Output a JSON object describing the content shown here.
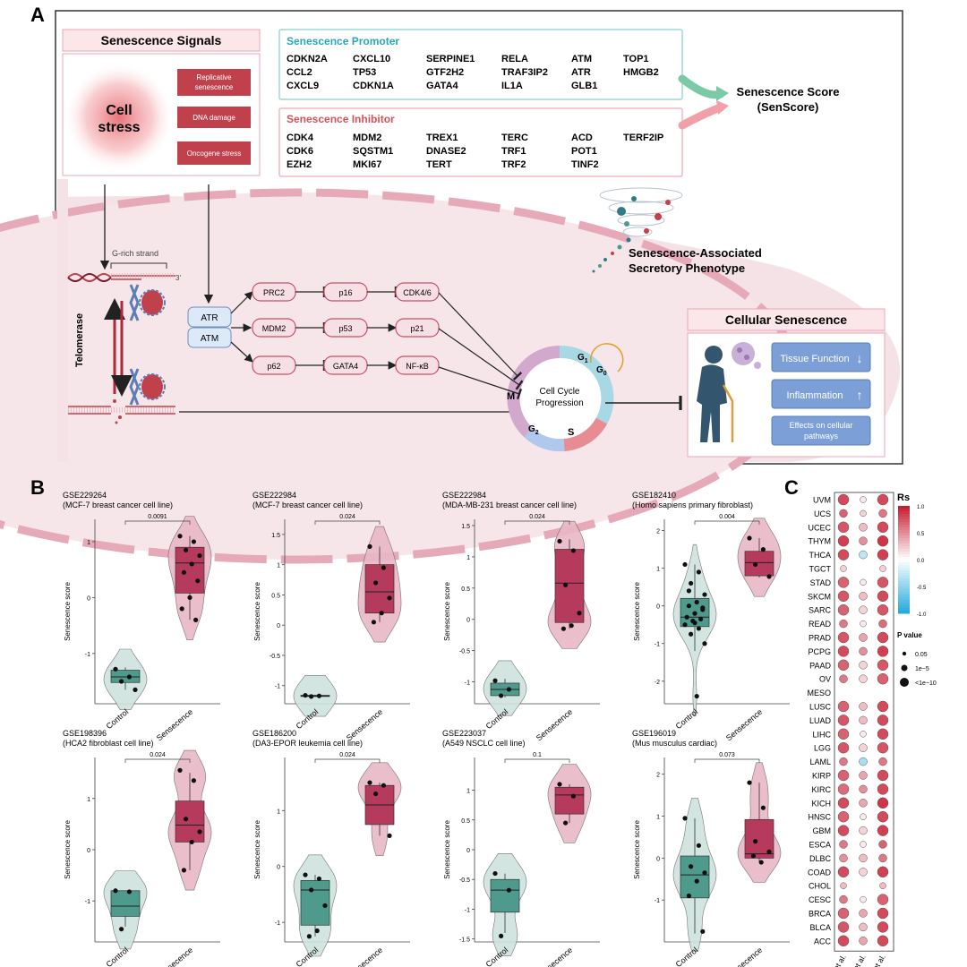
{
  "panels": {
    "a": "A",
    "b": "B",
    "c": "C"
  },
  "colors": {
    "promoter": "#2aa6b8",
    "inhibitor": "#d9505a",
    "teal": "#4e9a8c",
    "crimson": "#b63a5c",
    "tealLight": "#cfe3de",
    "pinkLight": "#e9b8c6",
    "boxRed": "#c0404c",
    "node": "#f7dfe6",
    "nodeStroke": "#c8506a",
    "blueNode": "#dce9f7",
    "blueNodeStroke": "#6f8fc0"
  },
  "panelA": {
    "signals_title": "Senescence Signals",
    "cell_stress": [
      "Cell",
      "stress"
    ],
    "signals": [
      [
        "Replicative",
        "senescence"
      ],
      [
        "DNA damage"
      ],
      [
        "Oncogene stress"
      ]
    ],
    "promoter_title": "Senescence Promoter",
    "promoter_genes": [
      [
        "CDKN2A",
        "CXCL10",
        "SERPINE1",
        "RELA",
        "ATM",
        "TOP1"
      ],
      [
        "CCL2",
        "TP53",
        "GTF2H2",
        "TRAF3IP2",
        "ATR",
        "HMGB2"
      ],
      [
        "CXCL9",
        "CDKN1A",
        "GATA4",
        "IL1A",
        "GLB1",
        ""
      ]
    ],
    "inhibitor_title": "Senescence Inhibitor",
    "inhibitor_genes": [
      [
        "CDK4",
        "MDM2",
        "TREX1",
        "TERC",
        "ACD",
        "TERF2IP"
      ],
      [
        "CDK6",
        "SQSTM1",
        "DNASE2",
        "TRF1",
        "POT1",
        ""
      ],
      [
        "EZH2",
        "MKI67",
        "TERT",
        "TRF2",
        "TINF2",
        ""
      ]
    ],
    "score_lines": [
      "Senescence Score",
      "(SenScore)"
    ],
    "sasp_lines": [
      "Senescence-Associated",
      "Secretory Phenotype"
    ],
    "g_rich": "G-rich strand",
    "three_prime": "3'",
    "telomerase": "Telomerase",
    "sensors": [
      "ATR",
      "ATM"
    ],
    "pathway_rows": [
      [
        "PRC2",
        "p16",
        "CDK4/6"
      ],
      [
        "MDM2",
        "p53",
        "p21"
      ],
      [
        "p62",
        "GATA4",
        "NF-κB"
      ]
    ],
    "cycle_lines": [
      "Cell Cycle",
      "Progression"
    ],
    "phases": {
      "g1": "G",
      "g1_sub": "1",
      "g0": "G",
      "g0_sub": "0",
      "m": "M",
      "g2": "G",
      "g2_sub": "2",
      "s": "S"
    },
    "cellular_title": "Cellular Senescence",
    "effects": [
      {
        "label": "Tissue Function",
        "arrow": "↓"
      },
      {
        "label": "Inflammation",
        "arrow": "↑"
      },
      {
        "label": [
          "Effects on cellular",
          "pathways"
        ],
        "arrow": ""
      }
    ]
  },
  "panelB": {
    "ylabel": "Senescence score",
    "groups": [
      "Control",
      "Sensecence"
    ],
    "plots": [
      {
        "id": "GSE229264",
        "sub": "(MCF-7 breast cancer cell line)",
        "p": "0.0091",
        "ylim": [
          -1.9,
          1.4
        ],
        "ticks": [
          -1,
          0,
          1
        ],
        "control": {
          "q1": -1.52,
          "med": -1.42,
          "q3": -1.3,
          "min": -1.65,
          "max": -1.25,
          "pts": [
            -1.28,
            -1.42,
            -1.5,
            -1.65
          ]
        },
        "sen": {
          "q1": 0.08,
          "med": 0.62,
          "q3": 0.9,
          "min": -0.4,
          "max": 1.1,
          "pts": [
            1.1,
            1.0,
            0.85,
            0.75,
            0.6,
            0.45,
            0.3,
            0.0,
            -0.2,
            -0.4
          ]
        }
      },
      {
        "id": "GSE222984",
        "sub": "(MCF-7 breast cancer cell line)",
        "p": "0.024",
        "ylim": [
          -1.3,
          1.75
        ],
        "ticks": [
          -1.0,
          -0.5,
          0.0,
          0.5,
          1.0,
          1.5
        ],
        "control": {
          "q1": -1.18,
          "med": -1.17,
          "q3": -1.16,
          "min": -1.19,
          "max": -1.15,
          "pts": [
            -1.16,
            -1.17,
            -1.18
          ]
        },
        "sen": {
          "q1": 0.2,
          "med": 0.55,
          "q3": 1.0,
          "min": 0.05,
          "max": 1.3,
          "pts": [
            1.3,
            0.95,
            0.7,
            0.45,
            0.2,
            0.05
          ]
        }
      },
      {
        "id": "GSE222984",
        "sub": "(MDA-MB-231 breast cancer cell line)",
        "p": "0.024",
        "ylim": [
          -1.35,
          1.6
        ],
        "ticks": [
          -1.0,
          -0.5,
          0.0,
          0.5,
          1.0,
          1.5
        ],
        "control": {
          "q1": -1.22,
          "med": -1.12,
          "q3": -1.02,
          "min": -1.25,
          "max": -0.95,
          "pts": [
            -0.98,
            -1.12,
            -1.22
          ]
        },
        "sen": {
          "q1": -0.05,
          "med": 0.58,
          "q3": 1.12,
          "min": -0.15,
          "max": 1.28,
          "pts": [
            1.25,
            1.1,
            0.55,
            0.1,
            -0.1,
            -0.15
          ]
        }
      },
      {
        "id": "GSE182410",
        "sub": "(Homo sapiens primary fibroblast)",
        "p": "0.004",
        "ylim": [
          -2.6,
          2.3
        ],
        "ticks": [
          -2,
          -1,
          0,
          1,
          2
        ],
        "control": {
          "q1": -0.55,
          "med": -0.3,
          "q3": 0.2,
          "min": -1.2,
          "max": 1.1,
          "pts": [
            1.1,
            0.9,
            0.6,
            0.3,
            0.1,
            0.0,
            -0.1,
            -0.2,
            -0.3,
            -0.35,
            -0.4,
            -0.5,
            -0.6,
            -0.75,
            -1.0,
            -2.4,
            0.4,
            -0.05,
            -0.45
          ]
        },
        "sen": {
          "q1": 0.8,
          "med": 1.15,
          "q3": 1.45,
          "min": 0.75,
          "max": 1.8,
          "pts": [
            1.8,
            1.5,
            1.1,
            0.78
          ]
        }
      },
      {
        "id": "GSE198396",
        "sub": "(HCA2 fibroblast cell line)",
        "p": "0.024",
        "ylim": [
          -1.8,
          1.8
        ],
        "ticks": [
          -1,
          0,
          1
        ],
        "control": {
          "q1": -1.3,
          "med": -1.1,
          "q3": -0.8,
          "min": -1.5,
          "max": -0.8,
          "pts": [
            -0.8,
            -0.82,
            -1.55
          ]
        },
        "sen": {
          "q1": 0.15,
          "med": 0.48,
          "q3": 0.95,
          "min": -0.4,
          "max": 1.5,
          "pts": [
            1.55,
            1.35,
            0.6,
            0.35,
            0.15,
            -0.4
          ]
        }
      },
      {
        "id": "GSE186200",
        "sub": "(DA3-EPOR leukemia cell line)",
        "p": "0.024",
        "ylim": [
          -1.35,
          1.95
        ],
        "ticks": [
          -1,
          0,
          1
        ],
        "control": {
          "q1": -1.05,
          "med": -0.42,
          "q3": -0.25,
          "min": -1.25,
          "max": -0.15,
          "pts": [
            -0.15,
            -0.22,
            -0.42,
            -0.7,
            -1.15,
            -1.25
          ]
        },
        "sen": {
          "q1": 0.75,
          "med": 1.1,
          "q3": 1.45,
          "min": 0.55,
          "max": 1.5,
          "pts": [
            1.5,
            1.45,
            1.3,
            0.55
          ]
        }
      },
      {
        "id": "GSE223037",
        "sub": "(A549 NSCLC cell line)",
        "p": "0.1",
        "ylim": [
          -1.55,
          1.55
        ],
        "ticks": [
          -1.5,
          -1.0,
          -0.5,
          0.0,
          0.5,
          1.0
        ],
        "control": {
          "q1": -1.05,
          "med": -0.68,
          "q3": -0.5,
          "min": -1.4,
          "max": -0.4,
          "pts": [
            -0.4,
            -0.68,
            -1.45
          ]
        },
        "sen": {
          "q1": 0.6,
          "med": 0.92,
          "q3": 1.05,
          "min": 0.45,
          "max": 1.1,
          "pts": [
            1.1,
            0.9,
            0.45
          ]
        }
      },
      {
        "id": "GSE196019",
        "sub": "(Mus musculus cardiac)",
        "p": "0.073",
        "ylim": [
          -2.0,
          2.4
        ],
        "ticks": [
          -1,
          0,
          1,
          2
        ],
        "control": {
          "q1": -0.95,
          "med": -0.4,
          "q3": 0.05,
          "min": -1.8,
          "max": 0.95,
          "pts": [
            0.95,
            0.3,
            -0.2,
            -0.35,
            -0.55,
            -0.9,
            -1.75
          ]
        },
        "sen": {
          "q1": 0.0,
          "med": 0.1,
          "q3": 0.92,
          "min": -0.1,
          "max": 1.8,
          "pts": [
            1.8,
            1.2,
            0.4,
            0.15,
            -0.1,
            0.05
          ]
        }
      }
    ]
  },
  "panelC": {
    "legend_title": "Rs",
    "scale_ticks": [
      "1.0",
      "0.5",
      "0.0",
      "-0.5",
      "-1.0"
    ],
    "pvalue_title": "P value",
    "pvalue_items": [
      "0.05",
      "1e−5",
      "<1e−10"
    ],
    "columns": [
      "Fridman et al.",
      "Milanovic et al.",
      "Wu et al."
    ],
    "rows": [
      "UVM",
      "UCS",
      "UCEC",
      "THYM",
      "THCA",
      "TGCT",
      "STAD",
      "SKCM",
      "SARC",
      "READ",
      "PRAD",
      "PCPG",
      "PAAD",
      "OV",
      "MESO",
      "LUSC",
      "LUAD",
      "LIHC",
      "LGG",
      "LAML",
      "KIRP",
      "KIRC",
      "KICH",
      "HNSC",
      "GBM",
      "ESCA",
      "DLBC",
      "COAD",
      "CHOL",
      "CESC",
      "BRCA",
      "BLCA",
      "ACC"
    ],
    "rs": [
      [
        0.8,
        0.1,
        0.8
      ],
      [
        0.7,
        0.2,
        0.6
      ],
      [
        0.75,
        0.3,
        0.8
      ],
      [
        0.85,
        0.5,
        0.9
      ],
      [
        0.8,
        -0.3,
        0.85
      ],
      [
        0.2,
        0.0,
        0.2
      ],
      [
        0.7,
        0.1,
        0.75
      ],
      [
        0.75,
        0.3,
        0.8
      ],
      [
        0.7,
        0.2,
        0.75
      ],
      [
        0.6,
        0.1,
        0.65
      ],
      [
        0.75,
        0.4,
        0.8
      ],
      [
        0.8,
        0.5,
        0.85
      ],
      [
        0.7,
        0.2,
        0.75
      ],
      [
        0.6,
        0.2,
        0.7
      ],
      [
        0.0,
        0.0,
        0.0
      ],
      [
        0.7,
        0.3,
        0.8
      ],
      [
        0.75,
        0.3,
        0.8
      ],
      [
        0.7,
        0.1,
        0.8
      ],
      [
        0.75,
        0.2,
        0.75
      ],
      [
        0.6,
        -0.4,
        0.6
      ],
      [
        0.7,
        0.4,
        0.8
      ],
      [
        0.65,
        0.5,
        0.8
      ],
      [
        0.8,
        0.4,
        0.9
      ],
      [
        0.7,
        0.1,
        0.8
      ],
      [
        0.8,
        0.2,
        0.85
      ],
      [
        0.6,
        0.1,
        0.7
      ],
      [
        0.5,
        0.3,
        0.6
      ],
      [
        0.8,
        0.2,
        0.85
      ],
      [
        0.3,
        0.0,
        0.3
      ],
      [
        0.6,
        0.1,
        0.7
      ],
      [
        0.7,
        0.4,
        0.8
      ],
      [
        0.75,
        0.3,
        0.8
      ],
      [
        0.8,
        0.4,
        0.8
      ]
    ],
    "psize": [
      [
        3,
        1,
        3
      ],
      [
        2,
        1,
        2
      ],
      [
        3,
        2,
        3
      ],
      [
        3,
        2,
        3
      ],
      [
        3,
        2,
        3
      ],
      [
        1,
        0,
        1
      ],
      [
        3,
        1,
        3
      ],
      [
        3,
        2,
        3
      ],
      [
        3,
        2,
        3
      ],
      [
        2,
        1,
        2
      ],
      [
        3,
        2,
        3
      ],
      [
        3,
        2,
        3
      ],
      [
        3,
        2,
        3
      ],
      [
        2,
        2,
        3
      ],
      [
        0,
        0,
        0
      ],
      [
        3,
        2,
        3
      ],
      [
        3,
        2,
        3
      ],
      [
        3,
        1,
        3
      ],
      [
        3,
        2,
        3
      ],
      [
        2,
        2,
        2
      ],
      [
        3,
        2,
        3
      ],
      [
        3,
        2,
        3
      ],
      [
        3,
        2,
        3
      ],
      [
        3,
        1,
        3
      ],
      [
        3,
        2,
        3
      ],
      [
        2,
        1,
        2
      ],
      [
        2,
        2,
        2
      ],
      [
        3,
        2,
        3
      ],
      [
        1,
        0,
        1
      ],
      [
        2,
        1,
        3
      ],
      [
        3,
        2,
        3
      ],
      [
        3,
        2,
        3
      ],
      [
        3,
        2,
        3
      ]
    ]
  }
}
